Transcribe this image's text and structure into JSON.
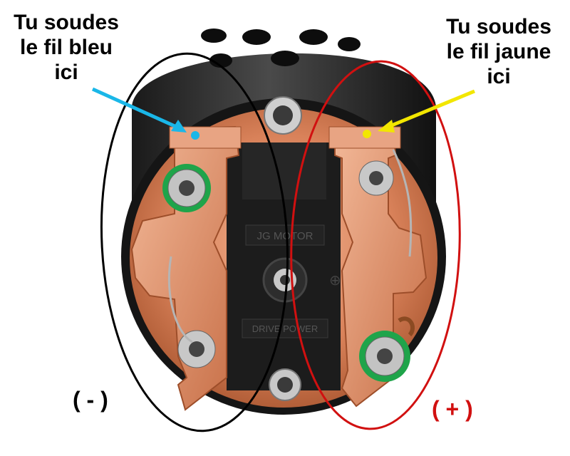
{
  "labels": {
    "left": {
      "line1": "Tu soudes",
      "line2": "le fil bleu",
      "line3": "ici"
    },
    "right": {
      "line1": "Tu soudes",
      "line2": "le fil jaune",
      "line3": "ici"
    }
  },
  "polarity": {
    "negative": "( - )",
    "positive": "( + )"
  },
  "motor_text": {
    "top": "JG MOTOR",
    "bottom": "DRIVE POWER"
  },
  "colors": {
    "blue_wire": "#1ab7e8",
    "yellow_wire": "#f2e600",
    "negative_ring": "#000000",
    "positive_ring": "#d11010",
    "copper": "#d98a62"
  }
}
